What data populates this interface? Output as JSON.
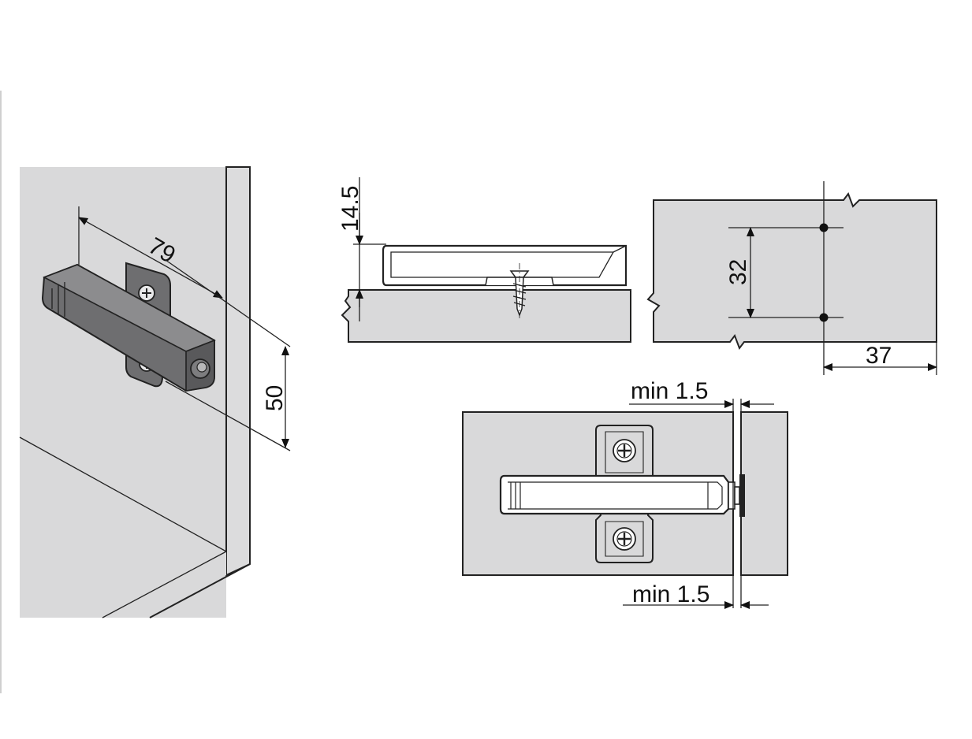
{
  "dimensions": {
    "length": "79",
    "height": "50",
    "thickness": "14.5",
    "hole_spacing": "32",
    "edge_distance": "37",
    "gap_top": "min 1.5",
    "gap_bottom": "min 1.5"
  },
  "colors": {
    "panel": "#d9d9da",
    "part_dark": "#6e6e70",
    "outline": "#222222"
  }
}
